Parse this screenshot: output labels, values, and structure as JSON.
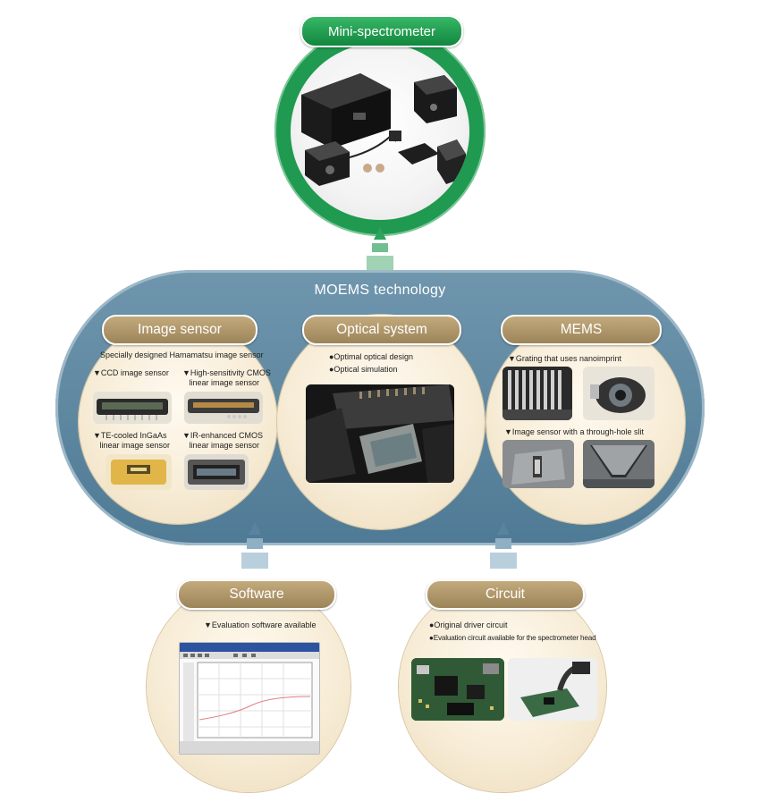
{
  "top": {
    "title": "Mini-spectrometer"
  },
  "moems": {
    "title": "MOEMS technology"
  },
  "image_sensor": {
    "title": "Image sensor",
    "subtitle": "Specially designed Hamamatsu image sensor",
    "items": [
      {
        "label": "▼CCD image sensor"
      },
      {
        "label": "▼High-sensitivity CMOS\n   linear image sensor"
      },
      {
        "label": "▼TE-cooled InGaAs\n   linear image sensor"
      },
      {
        "label": "▼IR-enhanced CMOS\n   linear image sensor"
      }
    ]
  },
  "optical_system": {
    "title": "Optical system",
    "bullets": [
      "●Optimal optical design",
      "●Optical simulation"
    ]
  },
  "mems": {
    "title": "MEMS",
    "items": [
      "▼Grating that uses nanoimprint",
      "▼Image sensor with a through-hole slit"
    ]
  },
  "software": {
    "title": "Software",
    "items": [
      "▼Evaluation software available"
    ]
  },
  "circuit": {
    "title": "Circuit",
    "bullets": [
      "●Original driver circuit",
      "●Evaluation circuit available for the spectrometer head"
    ]
  },
  "colors": {
    "green": "#1f9a50",
    "blue": "#5a83a0",
    "tan": "#b39a6c"
  }
}
